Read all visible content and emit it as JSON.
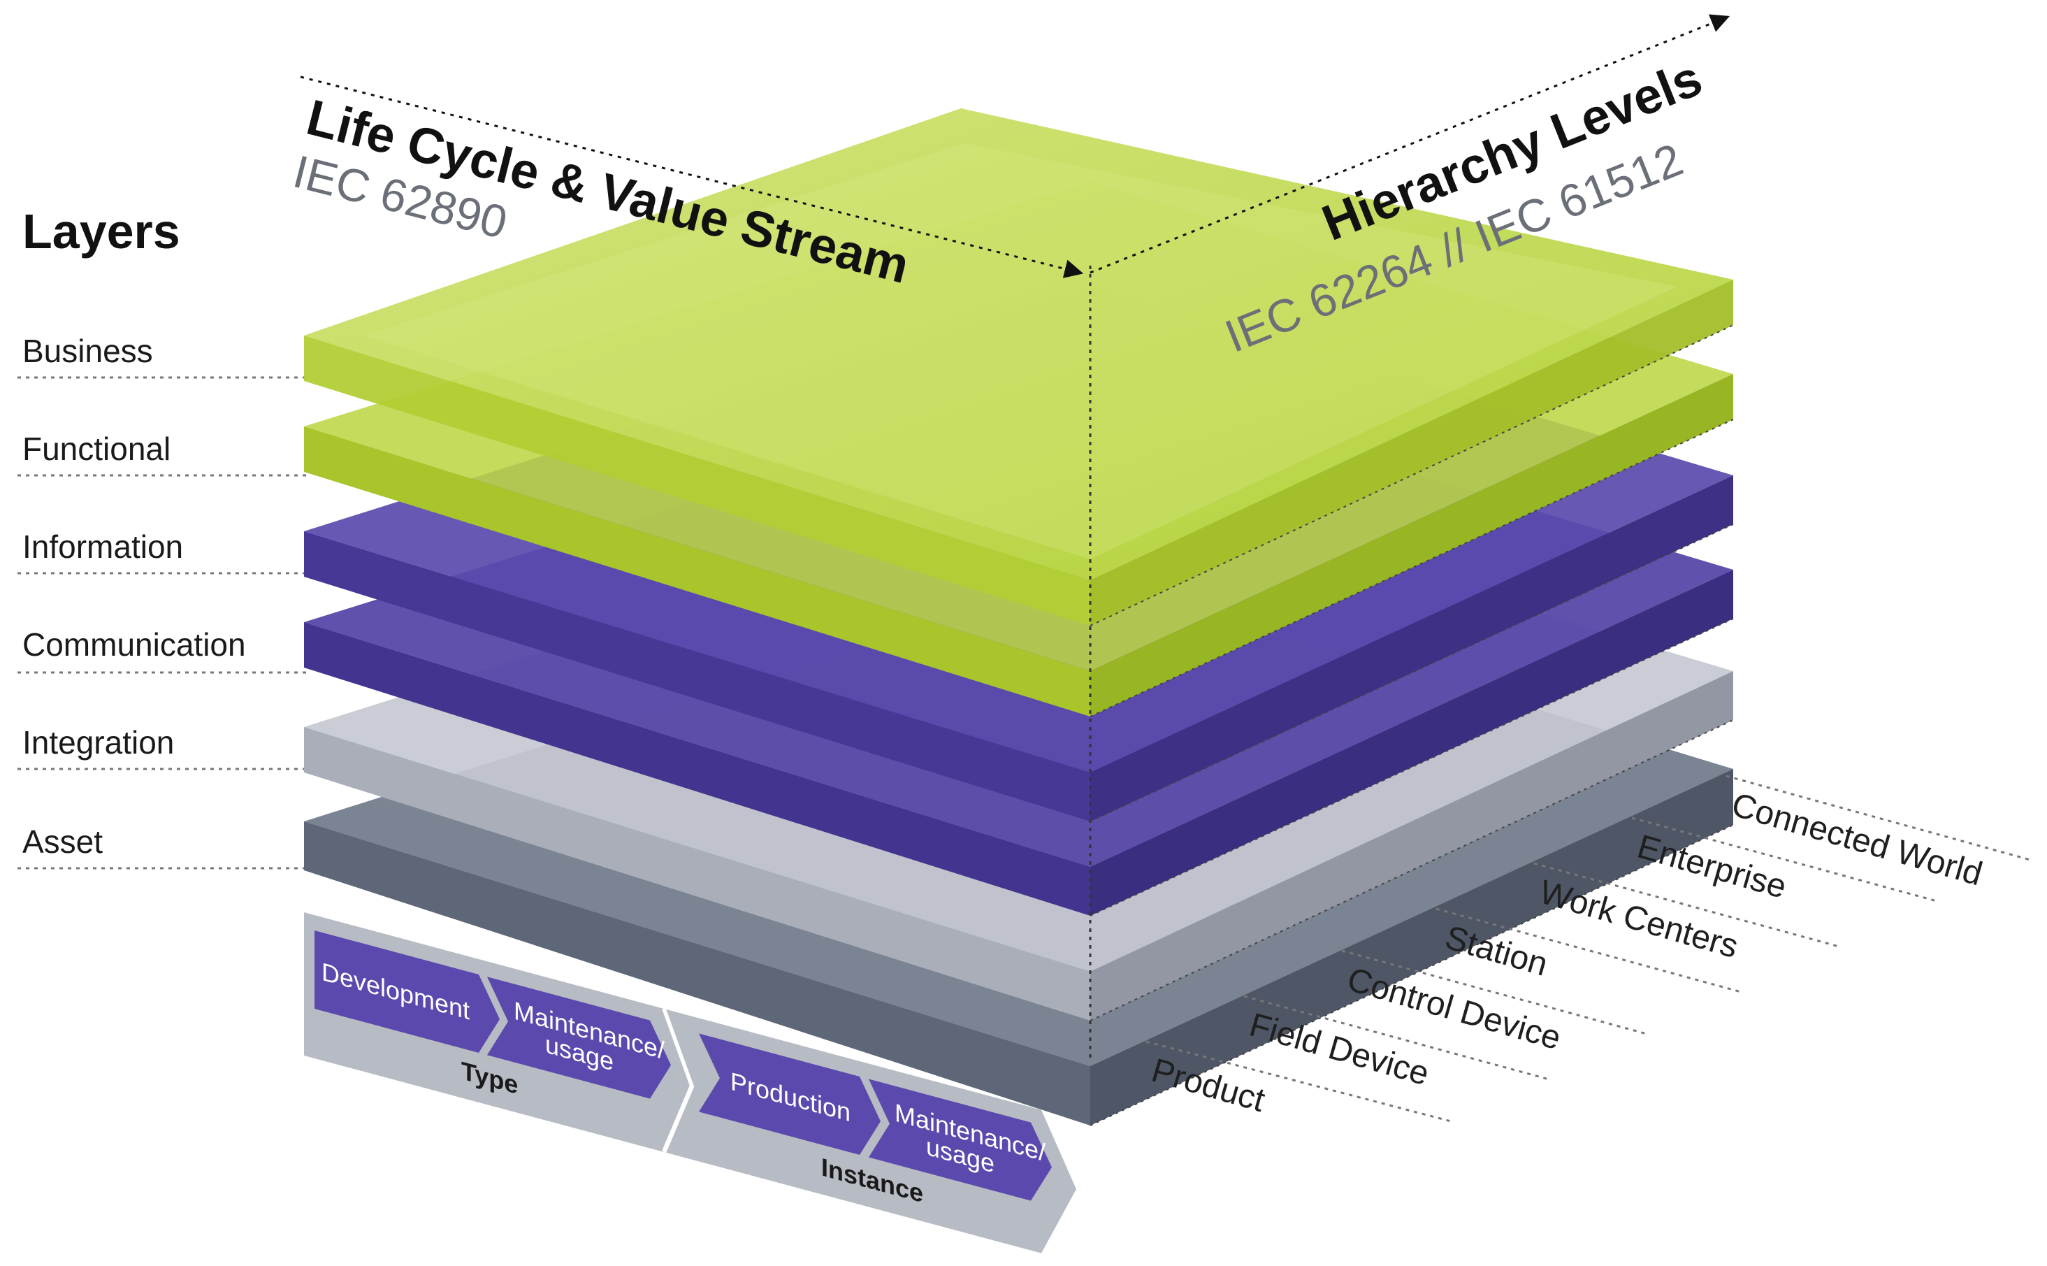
{
  "layers_title": "Layers",
  "layers": [
    {
      "label": "Business",
      "color": "#c5dc52"
    },
    {
      "label": "Functional",
      "color": "#b8d43e"
    },
    {
      "label": "Information",
      "color": "#4b3c9c"
    },
    {
      "label": "Communication",
      "color": "#4c3f9f"
    },
    {
      "label": "Integration",
      "color": "#b4b9c4"
    },
    {
      "label": "Asset",
      "color": "#6c7584"
    }
  ],
  "life_cycle_axis": {
    "title": "Life Cycle & Value Stream",
    "standard": "IEC 62890"
  },
  "hierarchy_axis": {
    "title": "Hierarchy Levels",
    "standard": "IEC 62264 // IEC 61512",
    "levels": [
      "Product",
      "Field Device",
      "Control Device",
      "Station",
      "Work Centers",
      "Enterprise",
      "Connected World"
    ]
  },
  "life_cycle_stages": {
    "type_group": {
      "label": "Type",
      "phases": [
        {
          "label": "Development"
        },
        {
          "label": "Maintenance/",
          "label2": "usage"
        }
      ]
    },
    "instance_group": {
      "label": "Instance",
      "phases": [
        {
          "label": "Production"
        },
        {
          "label": "Maintenance/",
          "label2": "usage"
        }
      ]
    }
  },
  "colors": {
    "green_layer": "#b9d63f",
    "purple_layer": "#4a3a9a",
    "light_gray_layer": "#b5bac5",
    "dark_gray_layer": "#6a7382",
    "bar_gray": "#b7bbc4",
    "chevron_purple": "#5b49ad"
  }
}
